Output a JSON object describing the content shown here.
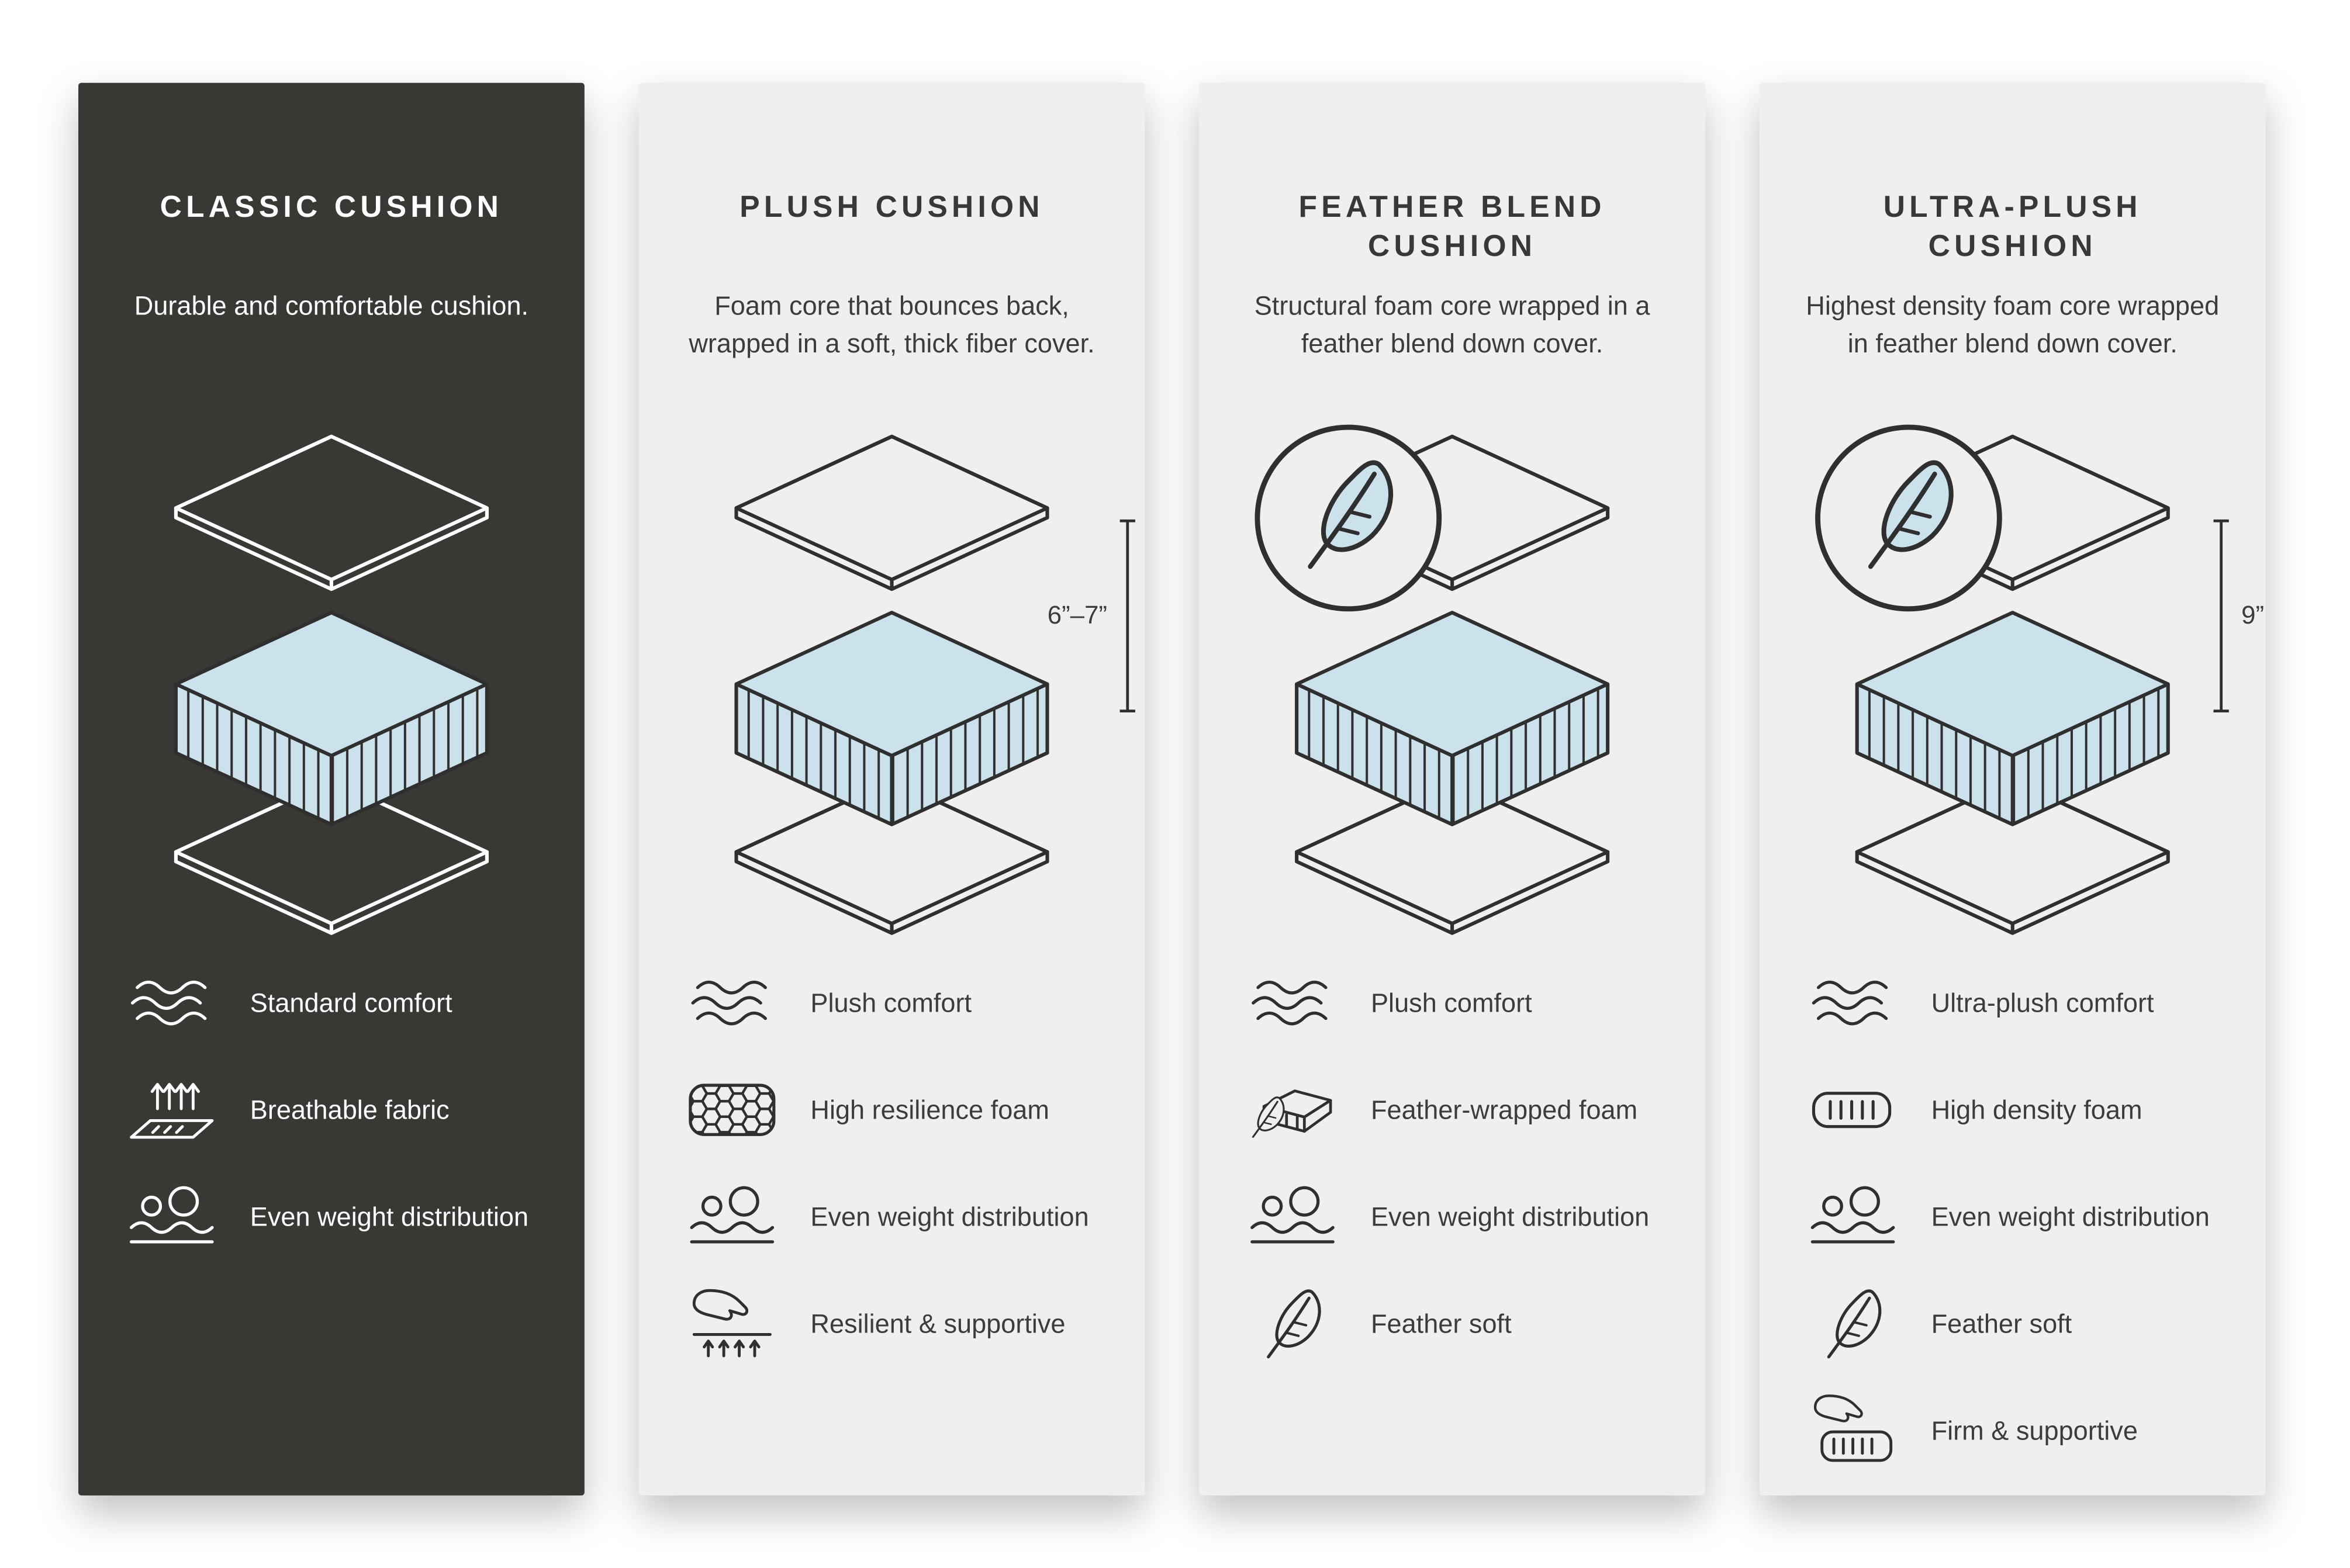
{
  "page": {
    "background": "#ffffff"
  },
  "colors": {
    "dark_panel_bg": "#3a3835",
    "light_panel_bg": "#f0efed",
    "foam_blue": "#cbe2ec",
    "outline_dark": "#2f2f2f",
    "text_light": "#ffffff",
    "text_dark": "#3c3c3c"
  },
  "panels": [
    {
      "id": "classic-cushion",
      "theme": "dark",
      "title": "CLASSIC CUSHION",
      "description": "Durable and comfortable cushion.",
      "diagram": {
        "illustration": "layered-cushion-stack",
        "badge": null,
        "measurement": null
      },
      "features": [
        {
          "icon": "waves-icon",
          "label": "Standard comfort"
        },
        {
          "icon": "breathable-fabric-icon",
          "label": "Breathable fabric"
        },
        {
          "icon": "even-weight-icon",
          "label": "Even weight distribution"
        }
      ]
    },
    {
      "id": "plush-cushion",
      "theme": "light",
      "title": "PLUSH CUSHION",
      "description": "Foam core that bounces back, wrapped in a soft, thick fiber cover.",
      "diagram": {
        "illustration": "layered-cushion-stack",
        "badge": null,
        "measurement": "6”–7”",
        "measurement_label_side": "left"
      },
      "features": [
        {
          "icon": "waves-icon",
          "label": "Plush comfort"
        },
        {
          "icon": "honeycomb-icon",
          "label": "High resilience foam"
        },
        {
          "icon": "even-weight-icon",
          "label": "Even weight distribution"
        },
        {
          "icon": "hand-press-icon",
          "label": "Resilient & supportive"
        }
      ]
    },
    {
      "id": "feather-blend-cushion",
      "theme": "light",
      "title": "FEATHER BLEND CUSHION",
      "description": "Structural foam core wrapped in a feather blend down cover.",
      "diagram": {
        "illustration": "layered-cushion-stack",
        "badge": "feather-badge",
        "measurement": null
      },
      "features": [
        {
          "icon": "waves-icon",
          "label": "Plush comfort"
        },
        {
          "icon": "feather-wrapped-foam-icon",
          "label": "Feather-wrapped foam"
        },
        {
          "icon": "even-weight-icon",
          "label": "Even weight distribution"
        },
        {
          "icon": "feather-icon",
          "label": "Feather soft"
        }
      ]
    },
    {
      "id": "ultra-plush-cushion",
      "theme": "light",
      "title": "ULTRA-PLUSH CUSHION",
      "description": "Highest density foam core wrapped in feather blend down cover.",
      "diagram": {
        "illustration": "layered-cushion-stack",
        "badge": "feather-badge",
        "measurement": "9”",
        "measurement_label_side": "right"
      },
      "features": [
        {
          "icon": "waves-icon",
          "label": "Ultra-plush comfort"
        },
        {
          "icon": "high-density-foam-icon",
          "label": "High density foam"
        },
        {
          "icon": "even-weight-icon",
          "label": "Even weight distribution"
        },
        {
          "icon": "feather-icon",
          "label": "Feather soft"
        },
        {
          "icon": "hand-mattress-icon",
          "label": "Firm & supportive"
        }
      ]
    }
  ]
}
